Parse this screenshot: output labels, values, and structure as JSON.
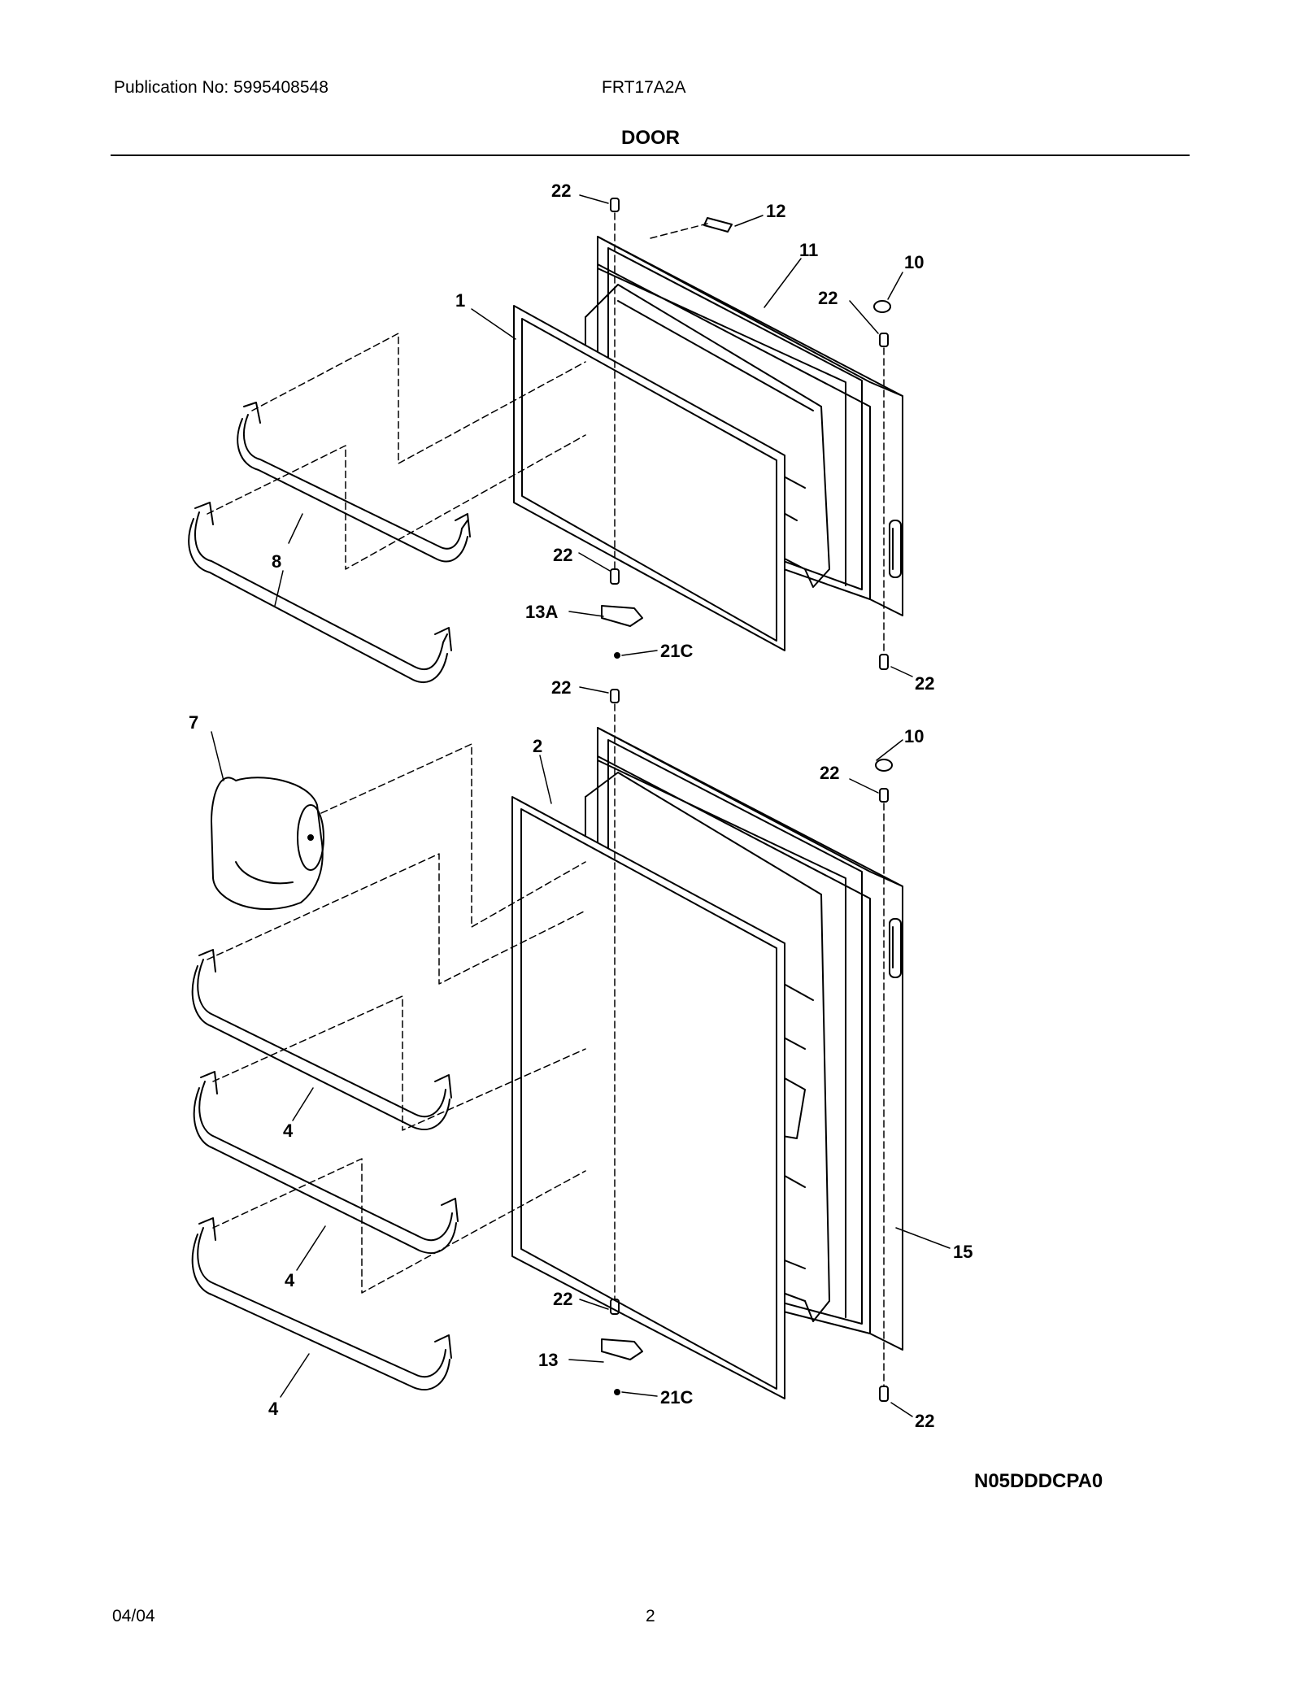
{
  "header": {
    "publication": "Publication No: 5995408548",
    "model": "FRT17A2A",
    "title": "DOOR"
  },
  "callouts": [
    "1",
    "2",
    "4",
    "4",
    "4",
    "7",
    "8",
    "10",
    "10",
    "11",
    "12",
    "13",
    "13A",
    "15",
    "21C",
    "21C",
    "22",
    "22",
    "22",
    "22",
    "22",
    "22",
    "22",
    "22"
  ],
  "labels": {
    "l22a": "22",
    "l12": "12",
    "l11": "11",
    "l10a": "10",
    "l22b": "22",
    "l1": "1",
    "l8": "8",
    "l22c": "22",
    "l13a": "13A",
    "l21ca": "21C",
    "l22d": "22",
    "l22e": "22",
    "l7": "7",
    "l2": "2",
    "l10b": "10",
    "l22f": "22",
    "l4a": "4",
    "l4b": "4",
    "l4c": "4",
    "l15": "15",
    "l22g": "22",
    "l13": "13",
    "l21cb": "21C",
    "l22h": "22"
  },
  "diagram_code": "N05DDDCPA0",
  "footer": {
    "date": "04/04",
    "page": "2"
  }
}
